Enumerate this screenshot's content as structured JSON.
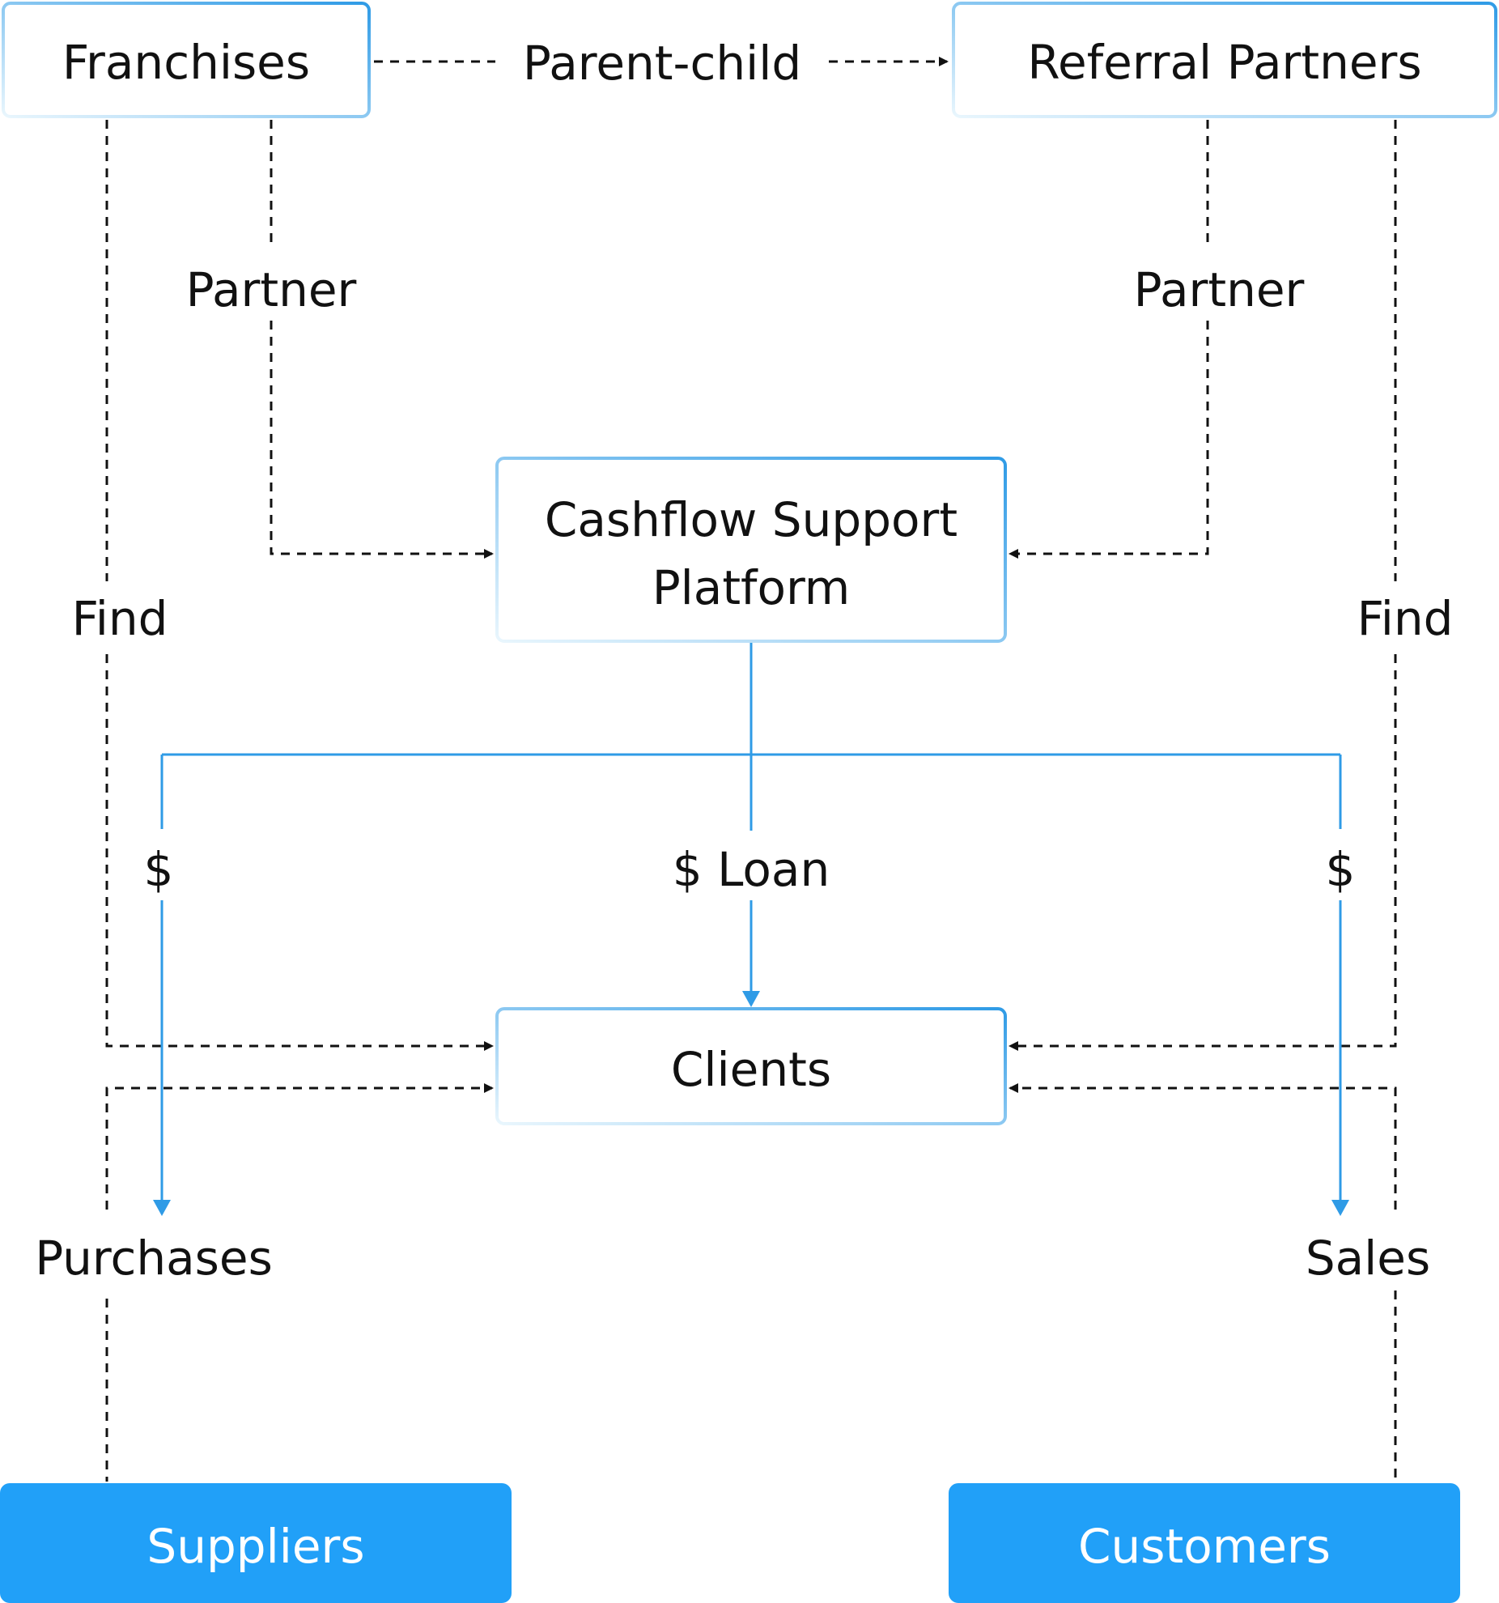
{
  "colors": {
    "accent_blue": "#21a0f8",
    "line_blue": "#2f9be6",
    "outline_gradient_start": "#e9f6fd",
    "outline_gradient_end": "#2f9be6",
    "text": "#111111"
  },
  "nodes": {
    "franchises": "Franchises",
    "referral_partners": "Referral Partners",
    "platform_line1": "Cashflow Support",
    "platform_line2": "Platform",
    "clients": "Clients",
    "suppliers": "Suppliers",
    "customers": "Customers"
  },
  "edges": {
    "parent_child": "Parent-child",
    "partner_left": "Partner",
    "partner_right": "Partner",
    "find_left": "Find",
    "find_right": "Find",
    "dollar_left": "$",
    "dollar_loan": "$ Loan",
    "dollar_right": "$",
    "purchases": "Purchases",
    "sales": "Sales"
  }
}
